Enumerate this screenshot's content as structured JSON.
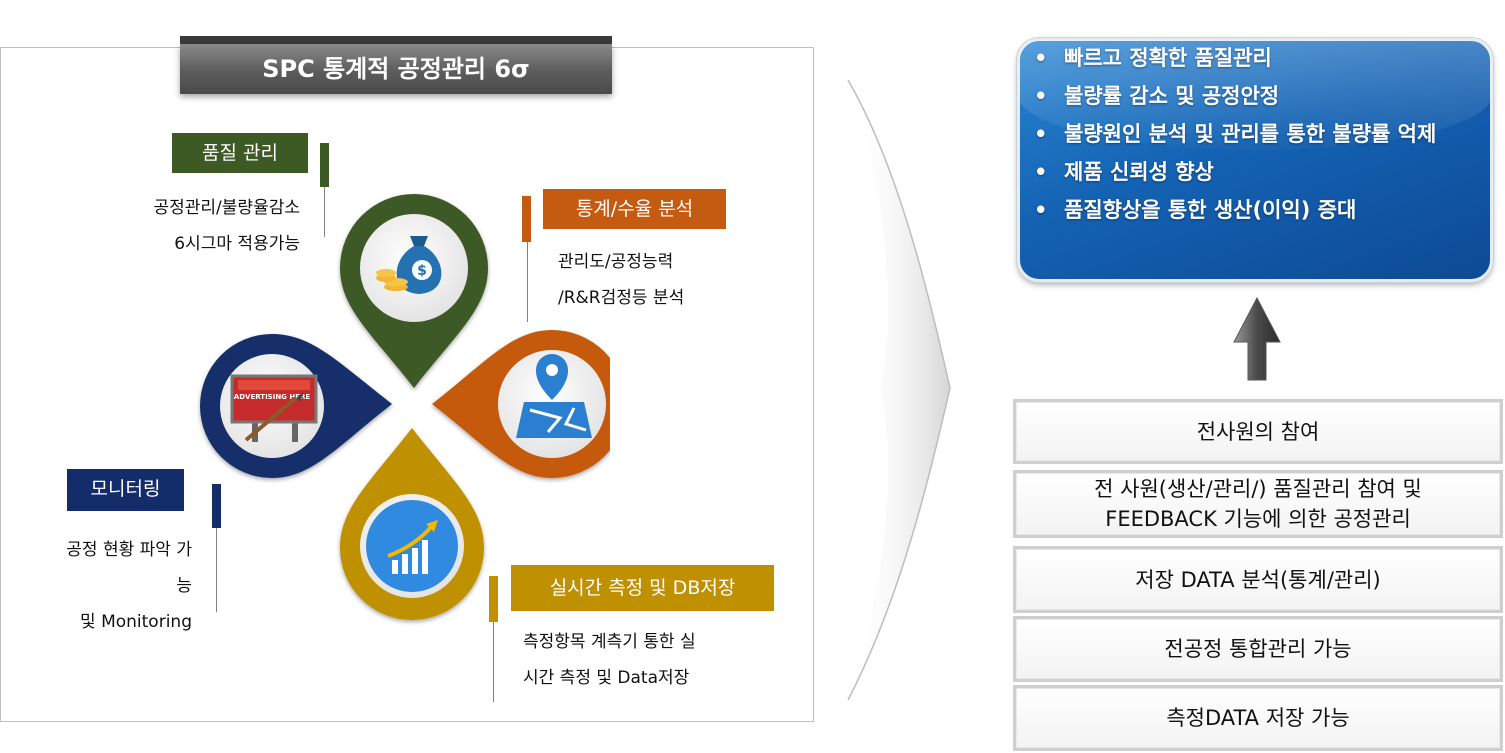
{
  "title": "SPC 통계적 공정관리 6σ",
  "colors": {
    "quality": "#3d5a25",
    "stats": "#c55a11",
    "monitor": "#132d6b",
    "realtime": "#bf9000",
    "benefit_bg": "#1a64b5"
  },
  "segments": {
    "quality": {
      "label": "품질 관리",
      "lines": [
        "공정관리/불량율감소",
        "6시그마 적용가능"
      ],
      "icon": "money-bag-icon"
    },
    "stats": {
      "label": "통계/수율 분석",
      "lines": [
        "관리도/공정능력",
        "/R&R검정등 분석"
      ],
      "icon": "map-pin-icon"
    },
    "monitor": {
      "label": "모니터링",
      "lines": [
        "공정 현황 파악 가",
        "능",
        "및 Monitoring"
      ],
      "icon": "billboard-icon",
      "billboard_text": "ADVERTISING HERE"
    },
    "realtime": {
      "label": "실시간 측정 및 DB저장",
      "lines": [
        "측정항목 계측기 통한 실",
        "시간 측정 및 Data저장"
      ],
      "icon": "growth-chart-icon"
    }
  },
  "benefits": [
    "빠르고 정확한 품질관리",
    "불량률 감소 및 공정안정",
    "불량원인 분석 및 관리를 통한 불량률 억제",
    "제품 신뢰성 향상",
    "품질향상을 통한 생산(이익) 증대"
  ],
  "steps": [
    "전사원의 참여",
    "전 사원(생산/관리/) 품질관리 참여 및 FEEDBACK 기능에 의한 공정관리",
    "저장 DATA 분석(통계/관리)",
    "전공정 통합관리 가능",
    "측정DATA 저장 가능"
  ]
}
